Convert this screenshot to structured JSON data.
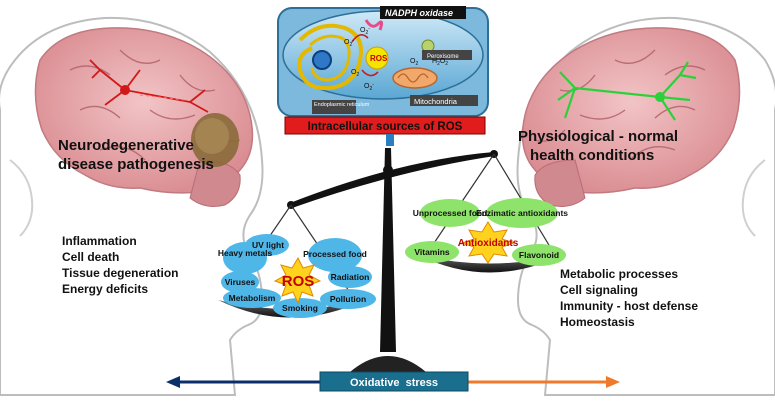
{
  "cell": {
    "nadph": "NADPH oxidase",
    "ros": "ROS",
    "o2_top_a": "O",
    "peroxisome": "Peroxisome",
    "o2_mid": "O",
    "o2_low": "O",
    "o2_mito": "O",
    "h2o2": "H",
    "er": "Endoplasmic reticulum",
    "mitochondria": "Mitochondria"
  },
  "banner": "Intracellular sources of ROS",
  "left_title": [
    "Neurodegenerative",
    "disease pathogenesis"
  ],
  "right_title": [
    "Physiological - normal",
    "health conditions"
  ],
  "left_list": [
    "Inflammation",
    "Cell death",
    "Tissue degeneration",
    "Energy deficits"
  ],
  "right_list": [
    "Metabolic processes",
    "Cell signaling",
    "Immunity - host defense",
    "Homeostasis"
  ],
  "ros_pan": {
    "center": "ROS",
    "items": [
      "UV light",
      "Heavy metals",
      "Processed food",
      "Viruses",
      "Radiation",
      "Metabolism",
      "Smoking",
      "Pollution"
    ]
  },
  "antioxidant_pan": {
    "center": "Antioxidants",
    "items": [
      "Unprocessed food",
      "Enzimatic antioxidants",
      "Vitamins",
      "Flavonoid"
    ]
  },
  "axis_label": "Oxidative  stress",
  "colors": {
    "brain": "#e8a5a8",
    "banner": "#e01c1c",
    "ros_cloud": "#4fb6e8",
    "anti_cloud": "#8ee36a",
    "burst": "#ffd21e",
    "axis_left": "#0b2f6b",
    "axis_right": "#f07a2b",
    "axis_label_bg": "#1a6e8e"
  }
}
